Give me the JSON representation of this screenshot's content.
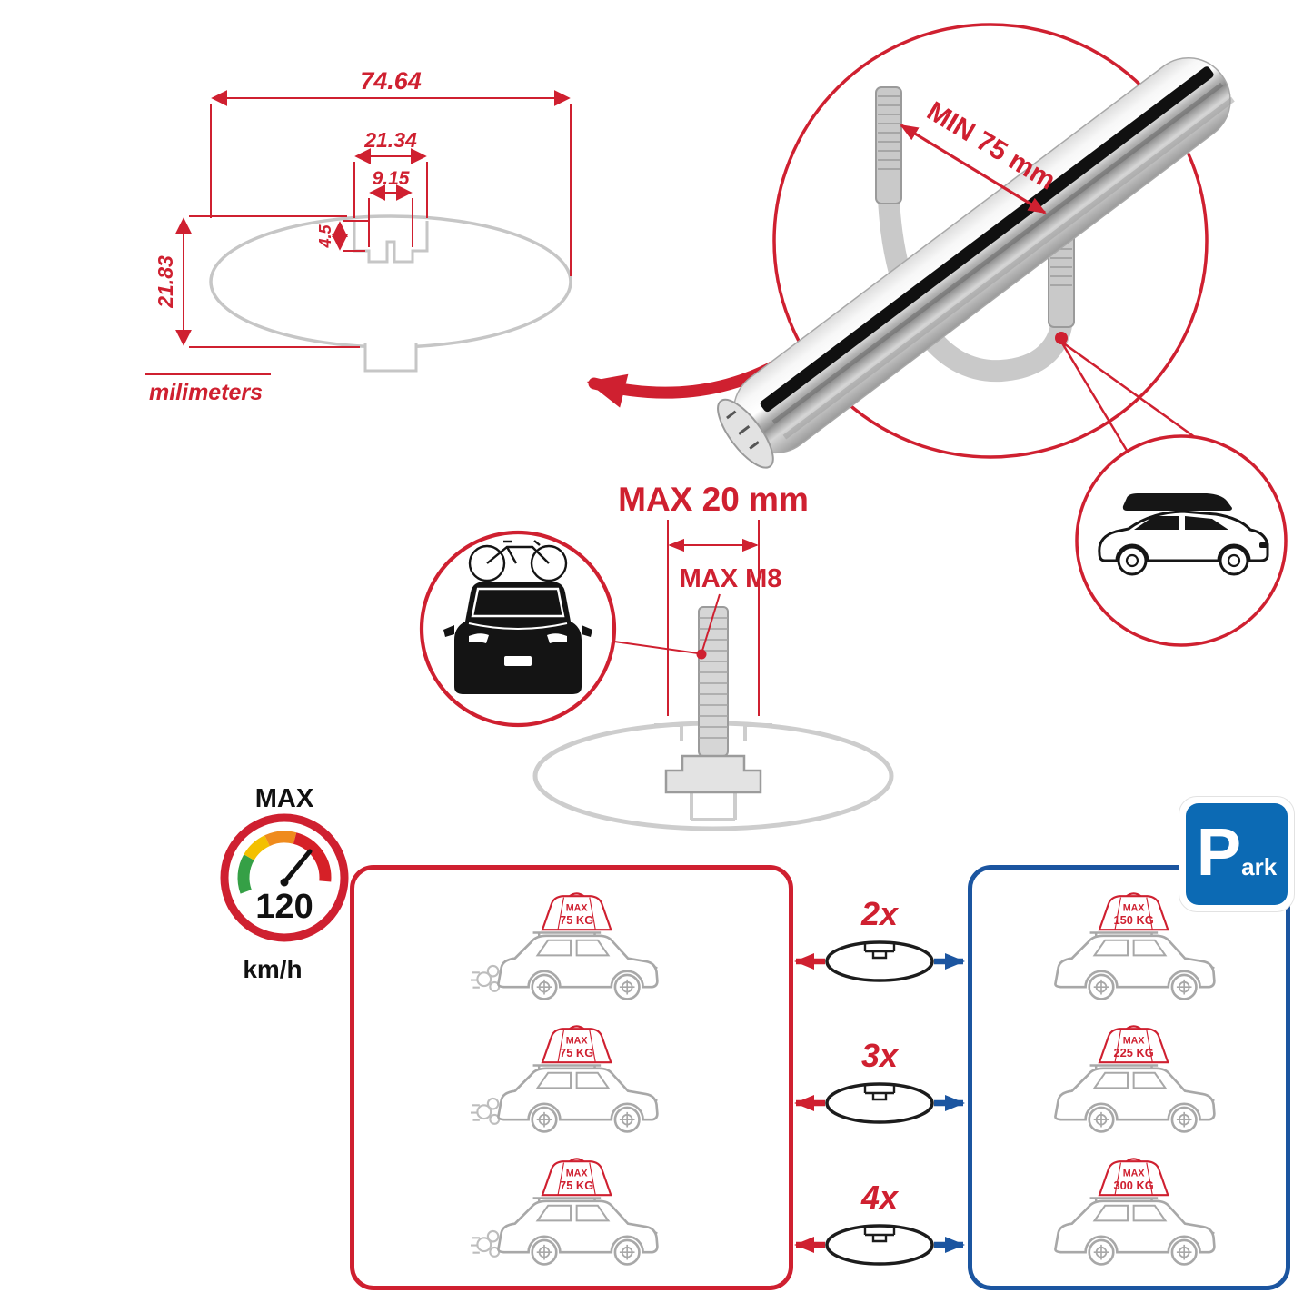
{
  "colors": {
    "accent_red": "#cf2030",
    "accent_blue": "#1b55a0",
    "park_blue": "#0c6ab4",
    "profile_gray": "#c6c6c6",
    "car_gray": "#a8a8a8",
    "bar_channel_black": "#101010"
  },
  "cross_section": {
    "total_width": "74.64",
    "slot_outer_width": "21.34",
    "slot_inner_width": "9.15",
    "slot_depth": "4.5",
    "total_height": "21.83",
    "units_label": "milimeters"
  },
  "clamp_detail": {
    "min_grip_label": "MIN 75 mm"
  },
  "bolt_detail": {
    "max_length_label": "MAX 20 mm",
    "max_thread_label": "MAX M8"
  },
  "speed_limit": {
    "title": "MAX",
    "value": "120",
    "units": "km/h"
  },
  "crossbar_options": [
    {
      "label": "2x"
    },
    {
      "label": "3x"
    },
    {
      "label": "4x"
    }
  ],
  "driving_cars": [
    {
      "max_label": "MAX",
      "load_label": "75 KG"
    },
    {
      "max_label": "MAX",
      "load_label": "75 KG"
    },
    {
      "max_label": "MAX",
      "load_label": "75 KG"
    }
  ],
  "parked_cars": [
    {
      "max_label": "MAX",
      "load_label": "150 KG"
    },
    {
      "max_label": "MAX",
      "load_label": "225 KG"
    },
    {
      "max_label": "MAX",
      "load_label": "300 KG"
    }
  ],
  "park_sign": {
    "initial": "P",
    "rest": "ark"
  }
}
